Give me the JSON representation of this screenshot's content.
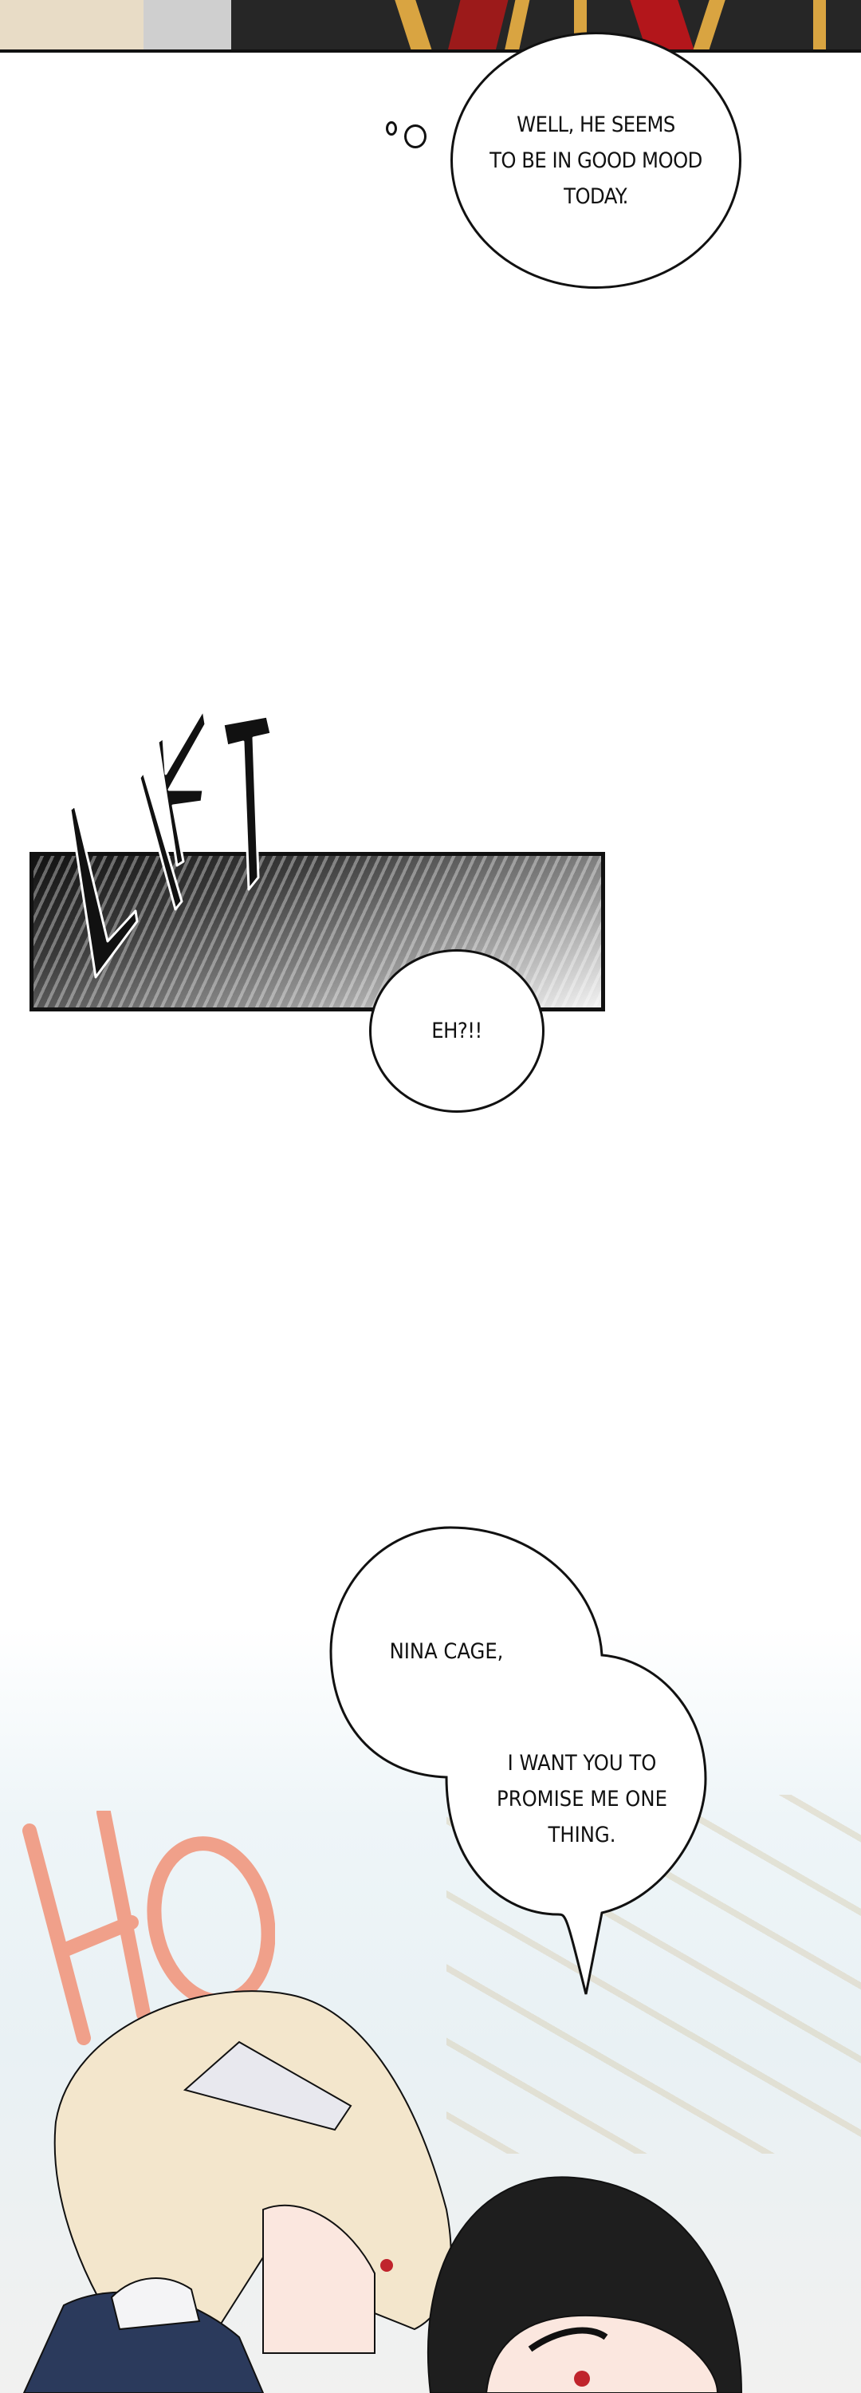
{
  "comic": {
    "thought_bubble": {
      "text": "WELL, HE SEEMS\nTO BE IN GOOD MOOD\nTODAY."
    },
    "sfx_lift": {
      "text": "LIFT"
    },
    "exclaim_bubble": {
      "text": "EH?!!"
    },
    "speech_bubble_1": {
      "text": "NINA CAGE,"
    },
    "speech_bubble_2": {
      "text": "I WANT YOU TO\nPROMISE ME ONE\nTHING."
    },
    "sfx_ho": {
      "text": "HO",
      "color": "#f0a08a"
    }
  },
  "colors": {
    "ink": "#111111",
    "robe_dark": "#262626",
    "robe_gold": "#d9a441",
    "robe_red": "#9c1a1a",
    "hair_blonde": "#f3e6cc",
    "hair_black": "#1e1e1e",
    "uniform_navy": "#2b3a5c"
  }
}
